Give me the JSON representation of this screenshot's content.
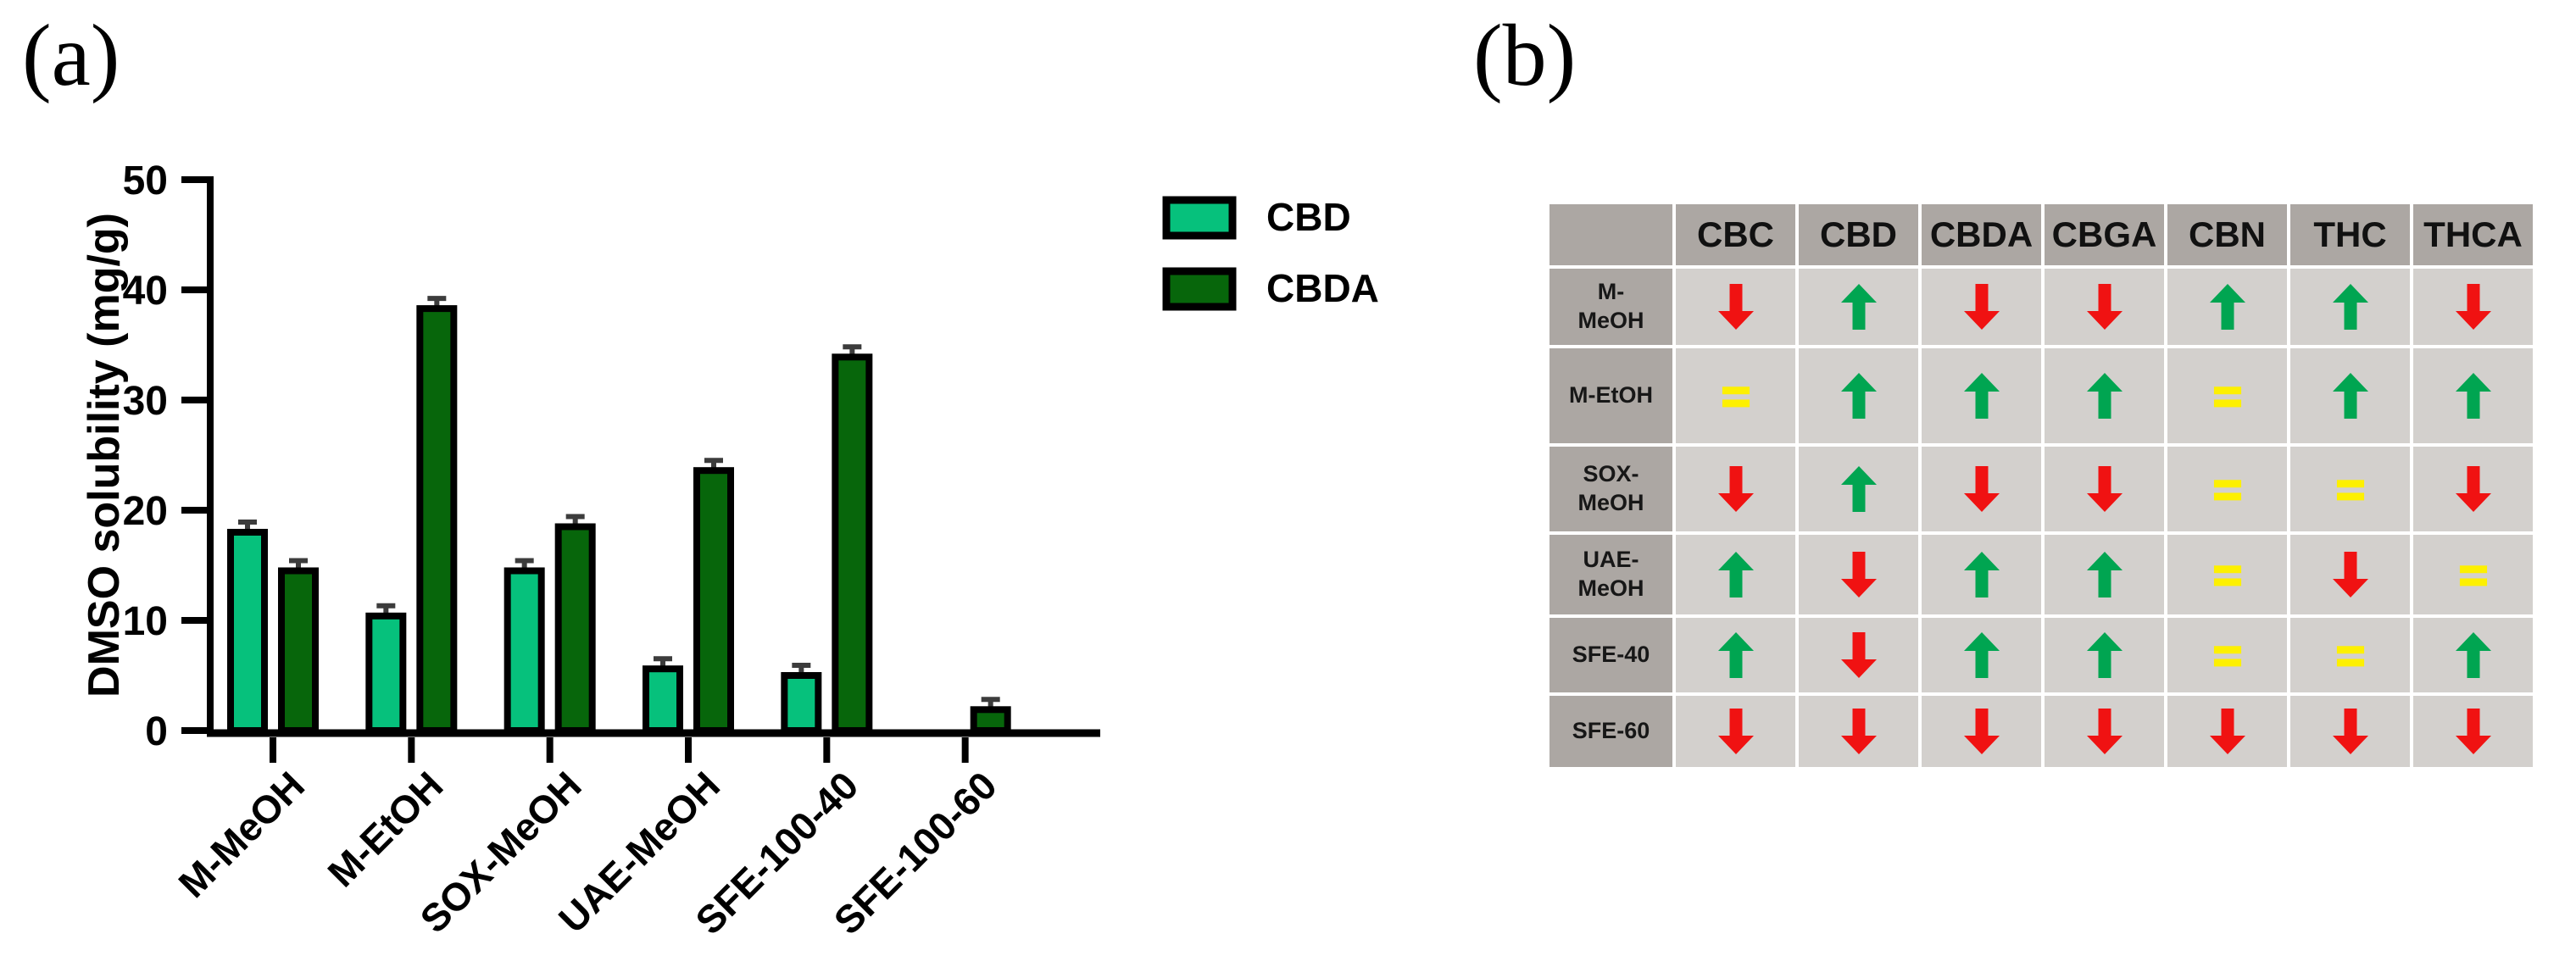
{
  "panels": {
    "a": "(a)",
    "b": "(b)"
  },
  "chart_data": {
    "type": "bar",
    "title": "",
    "ylabel": "DMSO solubility (mg/g)",
    "ylim": [
      0,
      50
    ],
    "ytick_step": 10,
    "ytick_labels": [
      "0",
      "10",
      "20",
      "30",
      "40",
      "50"
    ],
    "grid": false,
    "legend_position": "right-top",
    "categories": [
      "M-MeOH",
      "M-EtOH",
      "SOX-MeOH",
      "UAE-MeOH",
      "SFE-100-40",
      "SFE-100-60"
    ],
    "series": [
      {
        "name": "CBD",
        "color": "#06c17c",
        "values": [
          18.0,
          10.4,
          14.5,
          5.6,
          5.0,
          0
        ]
      },
      {
        "name": "CBDA",
        "color": "#07660b",
        "values": [
          14.5,
          38.3,
          18.5,
          23.6,
          33.9,
          1.9
        ]
      }
    ],
    "error_bar_approx": 0.4,
    "bar_outline_color": "#000000"
  },
  "table": {
    "columns": [
      "CBC",
      "CBD",
      "CBDA",
      "CBGA",
      "CBN",
      "THC",
      "THCA"
    ],
    "rows": [
      {
        "label_lines": [
          "M-",
          "MeOH"
        ],
        "label": "M-MeOH",
        "cells": [
          "down",
          "up",
          "down",
          "down",
          "up",
          "up",
          "down"
        ]
      },
      {
        "label_lines": [
          "M-EtOH"
        ],
        "label": "M-EtOH",
        "cells": [
          "eq",
          "up",
          "up",
          "up",
          "eq",
          "up",
          "up"
        ]
      },
      {
        "label_lines": [
          "SOX-",
          "MeOH"
        ],
        "label": "SOX-MeOH",
        "cells": [
          "down",
          "up",
          "down",
          "down",
          "eq",
          "eq",
          "down"
        ]
      },
      {
        "label_lines": [
          "UAE-",
          "MeOH"
        ],
        "label": "UAE-MeOH",
        "cells": [
          "up",
          "down",
          "up",
          "up",
          "eq",
          "down",
          "eq"
        ]
      },
      {
        "label_lines": [
          "SFE-40"
        ],
        "label": "SFE-40",
        "cells": [
          "up",
          "down",
          "up",
          "up",
          "eq",
          "eq",
          "up"
        ]
      },
      {
        "label_lines": [
          "SFE-60"
        ],
        "label": "SFE-60",
        "cells": [
          "down",
          "down",
          "down",
          "down",
          "down",
          "down",
          "down"
        ]
      }
    ],
    "symbol_colors": {
      "up": "#00a551",
      "down": "#f01212",
      "eq": "#fdf000"
    },
    "symbol_meaning": {
      "up": "increase",
      "down": "decrease",
      "eq": "equal"
    },
    "header_bg": "#aca7a3",
    "cell_bg": "#d3d0cd"
  }
}
